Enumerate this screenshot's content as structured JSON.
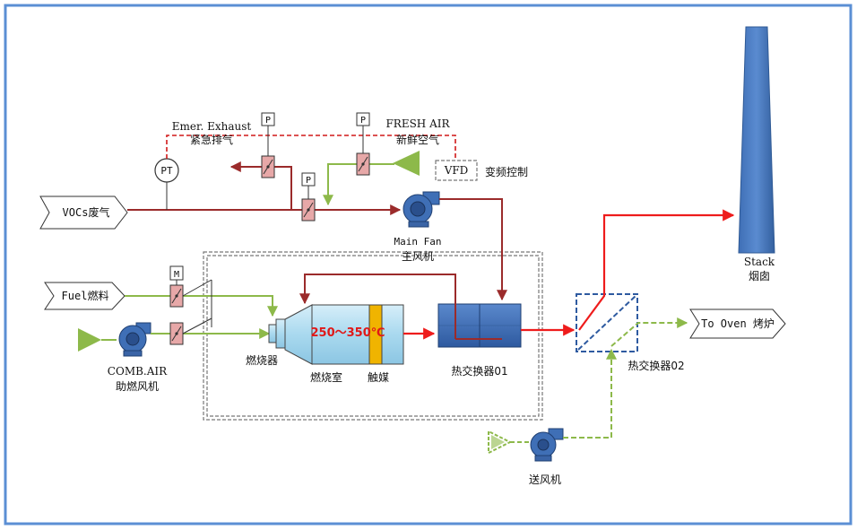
{
  "labels": {
    "vocs": "VOCs废气",
    "fuel": "Fuel燃料",
    "comb_air_en": "COMB.AIR",
    "comb_air_cn": "助燃风机",
    "emer_en": "Emer. Exhaust",
    "emer_cn": "紧急排气",
    "fresh_en": "FRESH AIR",
    "fresh_cn": "新鲜空气",
    "vfd": "VFD",
    "vfd_cn": "变频控制",
    "pt": "PT",
    "p": "P",
    "m": "M",
    "main_fan_en": "Main Fan",
    "main_fan_cn": "主风机",
    "burner": "燃烧器",
    "chamber": "燃烧室",
    "catalyst": "触媒",
    "temp": "250～350℃",
    "hx01": "热交换器01",
    "hx02": "热交换器02",
    "stack_en": "Stack",
    "stack_cn": "烟囱",
    "to_oven": "To Oven 烤炉",
    "supply_fan": "送风机"
  },
  "colors": {
    "frame": "#5b8fd4",
    "duct_process": "#9b2b2b",
    "hot_flow": "#ee1c1c",
    "air_supply": "#8db94a",
    "equipment_blue": "#3f6fb6",
    "damper_fill": "#e7a8a8",
    "catalyst_fill": "#f0b400",
    "chamber_fill": "#a9d9ef",
    "control_dash": "#d01919"
  },
  "icons": [
    "fan-icon",
    "damper-icon",
    "arrow-icon",
    "stack-icon",
    "heat-exchanger-icon"
  ]
}
